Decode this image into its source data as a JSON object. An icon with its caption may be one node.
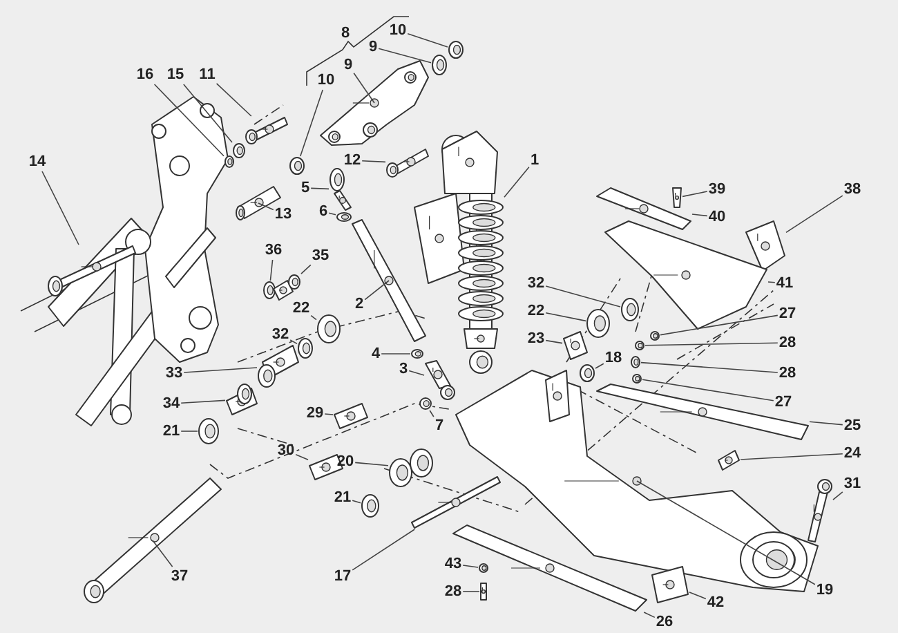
{
  "diagram": {
    "nodes": [
      {
        "text": [
          "8"
        ]
      },
      {
        "text": [
          "10"
        ]
      },
      {
        "text": [
          "9"
        ]
      },
      {
        "text": [
          "16"
        ]
      },
      {
        "text": [
          "15"
        ]
      },
      {
        "text": [
          "11"
        ]
      },
      {
        "text": [
          "10"
        ]
      },
      {
        "text": [
          "9"
        ]
      },
      {
        "text": [
          "1"
        ]
      },
      {
        "text": [
          "14"
        ]
      },
      {
        "text": [
          "12"
        ]
      },
      {
        "text": [
          "39"
        ]
      },
      {
        "text": [
          "38"
        ]
      },
      {
        "text": [
          "5"
        ]
      },
      {
        "text": [
          "40"
        ]
      },
      {
        "text": [
          "6"
        ]
      },
      {
        "text": [
          "13"
        ]
      },
      {
        "text": [
          "36"
        ]
      },
      {
        "text": [
          "35"
        ]
      },
      {
        "text": [
          "32"
        ]
      },
      {
        "text": [
          "41"
        ]
      },
      {
        "text": [
          "22"
        ]
      },
      {
        "text": [
          "2"
        ]
      },
      {
        "text": [
          "22"
        ]
      },
      {
        "text": [
          "27"
        ]
      },
      {
        "text": [
          "32"
        ]
      },
      {
        "text": [
          "23"
        ]
      },
      {
        "text": [
          "28"
        ]
      },
      {
        "text": [
          "18"
        ]
      },
      {
        "text": [
          "4"
        ]
      },
      {
        "text": [
          "33"
        ]
      },
      {
        "text": [
          "3"
        ]
      },
      {
        "text": [
          "28"
        ]
      },
      {
        "text": [
          "27"
        ]
      },
      {
        "text": [
          "29"
        ]
      },
      {
        "text": [
          "34"
        ]
      },
      {
        "text": [
          "7"
        ]
      },
      {
        "text": [
          "25"
        ]
      },
      {
        "text": [
          "21"
        ]
      },
      {
        "text": [
          "24"
        ]
      },
      {
        "text": [
          "30"
        ]
      },
      {
        "text": [
          "20"
        ]
      },
      {
        "text": [
          "31"
        ]
      },
      {
        "text": [
          "21"
        ]
      },
      {
        "text": [
          "37"
        ]
      },
      {
        "text": [
          "17"
        ]
      },
      {
        "text": [
          "43"
        ]
      },
      {
        "text": [
          "19"
        ]
      },
      {
        "text": [
          "42"
        ]
      },
      {
        "text": [
          "28"
        ]
      },
      {
        "text": [
          "26"
        ]
      },
      {
        "text": [],
        "shape": "picture"
      },
      {
        "text": [],
        "shape": "picture"
      },
      {
        "text": [],
        "shape": "picture"
      },
      {
        "text": [],
        "shape": "picture"
      },
      {
        "text": [],
        "shape": "picture"
      },
      {
        "text": [],
        "shape": "picture"
      },
      {
        "text": [],
        "shape": "picture"
      },
      {
        "text": [],
        "shape": "picture"
      },
      {
        "text": [],
        "shape": "picture"
      },
      {
        "text": [],
        "shape": "picture"
      },
      {
        "text": [],
        "shape": "picture"
      },
      {
        "text": [],
        "shape": "picture"
      },
      {
        "text": [],
        "shape": "picture"
      },
      {
        "text": [],
        "shape": "picture"
      },
      {
        "text": [],
        "shape": "picture"
      },
      {
        "text": [],
        "shape": "picture"
      },
      {
        "text": [],
        "shape": "picture"
      },
      {
        "text": [],
        "shape": "picture"
      },
      {
        "text": [],
        "shape": "picture"
      },
      {
        "text": [],
        "shape": "picture"
      },
      {
        "text": [],
        "shape": "picture"
      },
      {
        "text": [],
        "shape": "picture"
      },
      {
        "text": [],
        "shape": "picture"
      },
      {
        "text": [],
        "shape": "picture"
      },
      {
        "text": [],
        "shape": "picture"
      },
      {
        "text": [],
        "shape": "picture"
      },
      {
        "text": [],
        "shape": "picture"
      },
      {
        "text": [],
        "shape": "picture"
      },
      {
        "text": [],
        "shape": "picture"
      },
      {
        "text": [],
        "shape": "picture"
      },
      {
        "text": [],
        "shape": "picture"
      },
      {
        "text": [],
        "shape": "picture"
      },
      {
        "text": [],
        "shape": "picture"
      },
      {
        "text": [],
        "shape": "picture"
      },
      {
        "text": [],
        "shape": "picture"
      },
      {
        "text": [],
        "shape": "picture"
      },
      {
        "text": [],
        "shape": "picture"
      },
      {
        "text": [],
        "shape": "picture"
      },
      {
        "text": [],
        "shape": "picture"
      },
      {
        "text": [],
        "shape": "picture"
      },
      {
        "text": [],
        "shape": "picture"
      },
      {
        "text": [],
        "shape": "picture"
      },
      {
        "text": [],
        "shape": "picture"
      },
      {
        "text": [],
        "shape": "picture"
      },
      {
        "text": [],
        "shape": "picture"
      },
      {
        "text": [],
        "shape": "picture"
      },
      {
        "text": [],
        "shape": "picture"
      },
      {
        "text": [],
        "shape": "picture"
      },
      {
        "text": [],
        "shape": "picture"
      },
      {
        "text": [],
        "shape": "picture"
      }
    ],
    "edges": [
      {
        "from": 1,
        "to": 51,
        "arrow": "none"
      },
      {
        "from": 2,
        "to": 52,
        "arrow": "none"
      },
      {
        "from": 3,
        "to": 53,
        "arrow": "none"
      },
      {
        "from": 4,
        "to": 54,
        "arrow": "none"
      },
      {
        "from": 5,
        "to": 55,
        "arrow": "none"
      },
      {
        "from": 6,
        "to": 56,
        "arrow": "none"
      },
      {
        "from": 7,
        "to": 57,
        "arrow": "none"
      },
      {
        "from": 8,
        "to": 58,
        "arrow": "none"
      },
      {
        "from": 9,
        "to": 59,
        "arrow": "none"
      },
      {
        "from": 10,
        "to": 60,
        "arrow": "none"
      },
      {
        "from": 11,
        "to": 61,
        "arrow": "none"
      },
      {
        "from": 12,
        "to": 62,
        "arrow": "none"
      },
      {
        "from": 13,
        "to": 63,
        "arrow": "none"
      },
      {
        "from": 14,
        "to": 64,
        "arrow": "none"
      },
      {
        "from": 15,
        "to": 65,
        "arrow": "none"
      },
      {
        "from": 16,
        "to": 66,
        "arrow": "none"
      },
      {
        "from": 17,
        "to": 67,
        "arrow": "none"
      },
      {
        "from": 18,
        "to": 68,
        "arrow": "none"
      },
      {
        "from": 19,
        "to": 69,
        "arrow": "none"
      },
      {
        "from": 20,
        "to": 70,
        "arrow": "none"
      },
      {
        "from": 21,
        "to": 71,
        "arrow": "none"
      },
      {
        "from": 22,
        "to": 72,
        "arrow": "none"
      },
      {
        "from": 23,
        "to": 73,
        "arrow": "none"
      },
      {
        "from": 24,
        "to": 74,
        "arrow": "none"
      },
      {
        "from": 25,
        "to": 75,
        "arrow": "none"
      },
      {
        "from": 26,
        "to": 76,
        "arrow": "none"
      },
      {
        "from": 27,
        "to": 77,
        "arrow": "none"
      },
      {
        "from": 28,
        "to": 78,
        "arrow": "none"
      },
      {
        "from": 29,
        "to": 79,
        "arrow": "none"
      },
      {
        "from": 30,
        "to": 80,
        "arrow": "none"
      },
      {
        "from": 31,
        "to": 81,
        "arrow": "none"
      },
      {
        "from": 32,
        "to": 82,
        "arrow": "none"
      },
      {
        "from": 33,
        "to": 83,
        "arrow": "none"
      },
      {
        "from": 34,
        "to": 84,
        "arrow": "none"
      },
      {
        "from": 35,
        "to": 85,
        "arrow": "none"
      },
      {
        "from": 36,
        "to": 86,
        "arrow": "none"
      },
      {
        "from": 37,
        "to": 87,
        "arrow": "none"
      },
      {
        "from": 38,
        "to": 88,
        "arrow": "none"
      },
      {
        "from": 39,
        "to": 89,
        "arrow": "none"
      },
      {
        "from": 40,
        "to": 90,
        "arrow": "none"
      },
      {
        "from": 41,
        "to": 91,
        "arrow": "none"
      },
      {
        "from": 42,
        "to": 92,
        "arrow": "none"
      },
      {
        "from": 43,
        "to": 93,
        "arrow": "none"
      },
      {
        "from": 44,
        "to": 94,
        "arrow": "none"
      },
      {
        "from": 45,
        "to": 95,
        "arrow": "none"
      },
      {
        "from": 46,
        "to": 96,
        "arrow": "none"
      },
      {
        "from": 47,
        "to": 97,
        "arrow": "none"
      },
      {
        "from": 48,
        "to": 98,
        "arrow": "none"
      },
      {
        "from": 49,
        "to": 99,
        "arrow": "none"
      },
      {
        "from": 50,
        "to": 100,
        "arrow": "none"
      }
    ]
  }
}
